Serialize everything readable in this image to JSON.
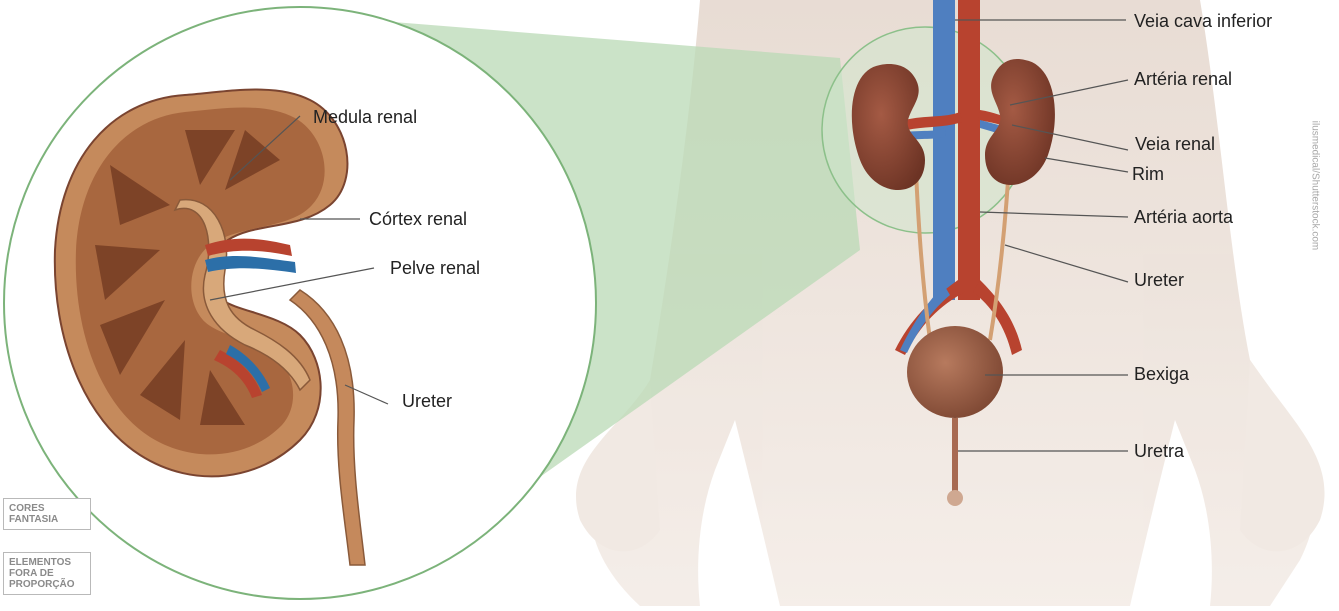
{
  "kidney_detail": {
    "labels": {
      "medulla": "Medula renal",
      "cortex": "Córtex renal",
      "pelvis": "Pelve renal",
      "ureter": "Ureter"
    }
  },
  "body_view": {
    "labels": {
      "vena_cava": "Veia cava inferior",
      "renal_artery": "Artéria renal",
      "renal_vein": "Veia renal",
      "kidney": "Rim",
      "aorta": "Artéria aorta",
      "ureter": "Ureter",
      "bladder": "Bexiga",
      "urethra": "Uretra"
    }
  },
  "badges": {
    "colors": [
      "CORES",
      "FANTASIA"
    ],
    "proportion": [
      "ELEMENTOS",
      "FORA DE",
      "PROPORÇÃO"
    ]
  },
  "credit": "ilusmedical/Shutterstock.com",
  "colors": {
    "magnifier_green": "#b9d9b5",
    "circle_stroke": "#7cb37a",
    "skin": "#e9ddd4",
    "artery_red": "#b8432f",
    "vein_blue": "#4f7fc0",
    "kidney_brown": "#8c4b36",
    "tissue_tan": "#c58a5c"
  }
}
